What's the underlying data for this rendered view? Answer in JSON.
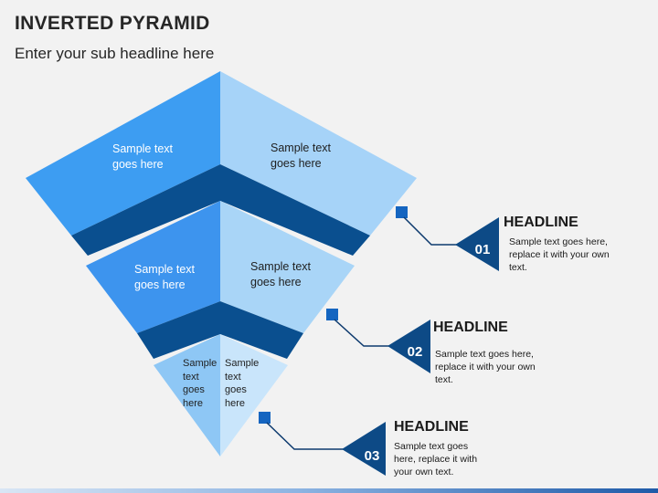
{
  "header": {
    "title": "INVERTED PYRAMID",
    "subtitle": "Enter your sub headline here"
  },
  "pyramid": {
    "top": {
      "left_text": "Sample text\ngoes here",
      "right_text": "Sample text\ngoes here"
    },
    "middle": {
      "left_text": "Sample text\ngoes here",
      "right_text": "Sample text\ngoes here"
    },
    "bottom": {
      "left_text": "Sample\ntext\ngoes\nhere",
      "right_text": "Sample\ntext\ngoes\nhere"
    }
  },
  "callouts": [
    {
      "number": "01",
      "headline": "HEADLINE",
      "text": "Sample text goes here,\nreplace it with your own\ntext."
    },
    {
      "number": "02",
      "headline": "HEADLINE",
      "text": "Sample text goes here,\nreplace it with your own\ntext."
    },
    {
      "number": "03",
      "headline": "HEADLINE",
      "text": "Sample text goes\nhere, replace it with\nyour own text."
    }
  ],
  "colors": {
    "top_left": "#3d9df2",
    "top_right": "#a6d3f8",
    "dark": "#0a4f8f",
    "middle_left": "#3d94ee",
    "middle_right": "#a9d5f7",
    "bottom_left": "#8ec7f5",
    "bottom_right": "#c9e5fb",
    "accent": "#1565c0"
  }
}
